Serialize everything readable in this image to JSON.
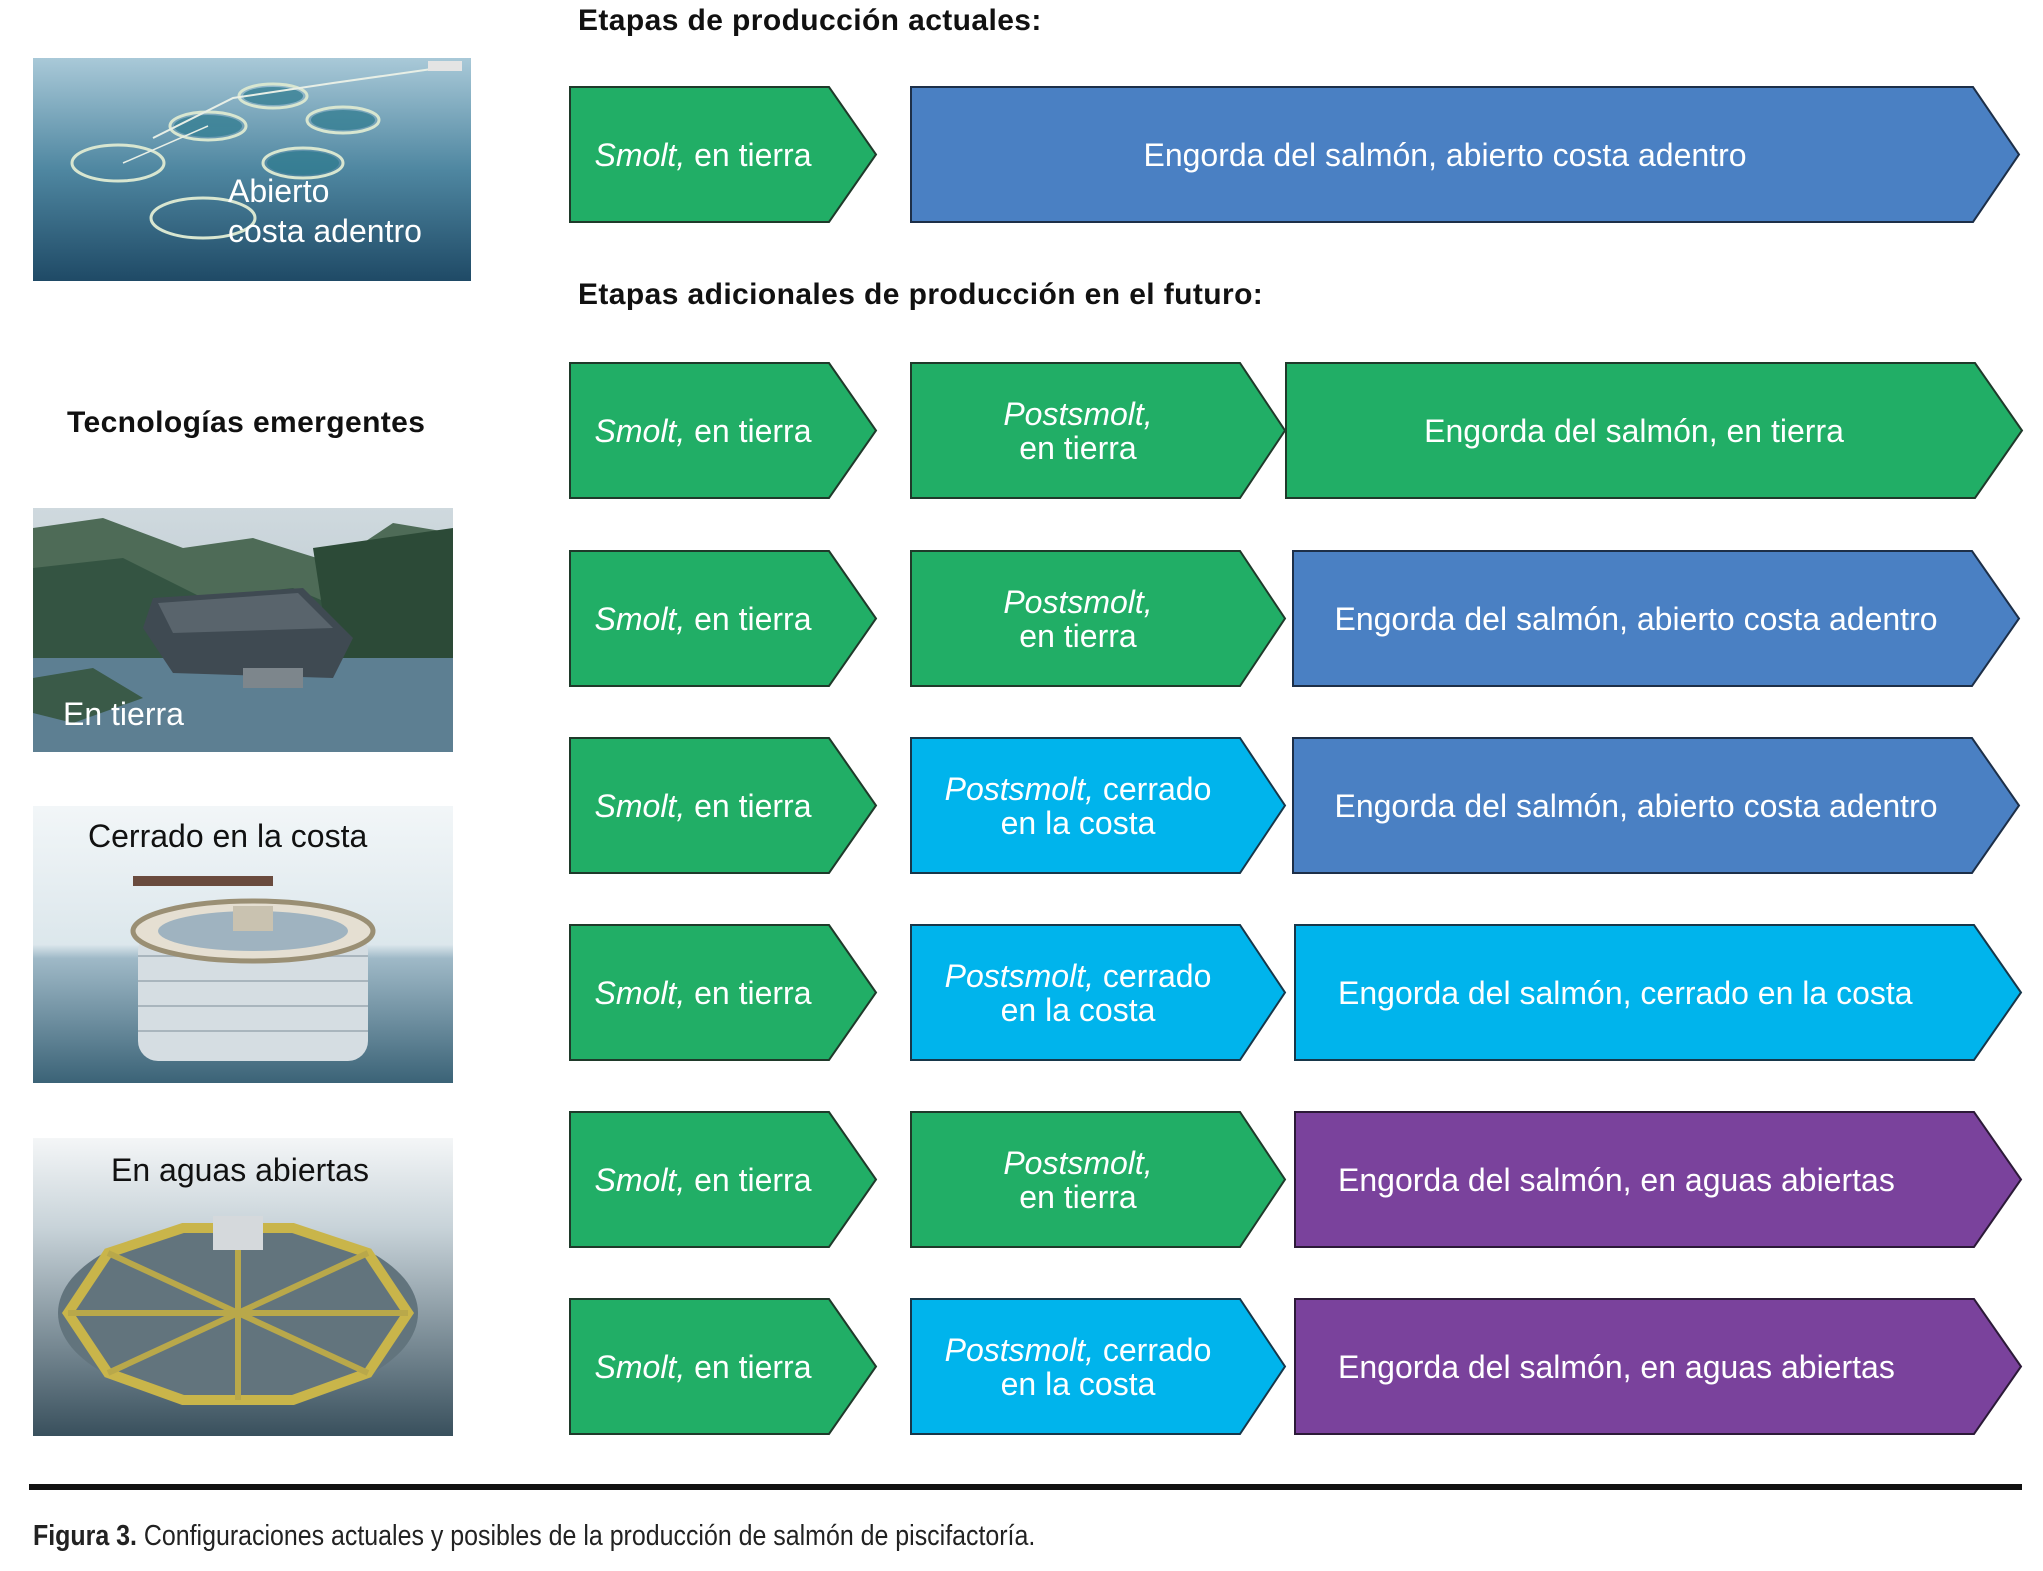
{
  "headings": {
    "current": "Etapas de producción actuales:",
    "future": "Etapas adicionales de producción en el futuro:",
    "emerging": "Tecnologías emergentes"
  },
  "photos": {
    "offshore": {
      "line1": "Abierto",
      "line2": "costa adentro"
    },
    "land": {
      "label": "En tierra"
    },
    "closed": {
      "label": "Cerrado en la costa"
    },
    "open_water": {
      "label": "En aguas abiertas"
    }
  },
  "stages": {
    "smolt_italic": "Smolt,",
    "smolt_rest": " en tierra",
    "postsmolt_italic": "Postsmolt,",
    "postsmolt_land_rest": "en tierra",
    "postsmolt_closed_rest1": " cerrado",
    "postsmolt_closed_rest2": "en la costa",
    "grow_offshore": "Engorda del salmón, abierto costa adentro",
    "grow_land": "Engorda del salmón, en tierra",
    "grow_closed": "Engorda del salmón, cerrado en la costa",
    "grow_open": "Engorda del salmón, en aguas abiertas"
  },
  "colors": {
    "green": "#21ae66",
    "blue": "#4a80c3",
    "cyan": "#00b4ec",
    "purple": "#7a429c"
  },
  "caption": {
    "label": "Figura 3.",
    "text": " Configuraciones actuales y posibles de la producción de salmón de piscifactoría."
  }
}
